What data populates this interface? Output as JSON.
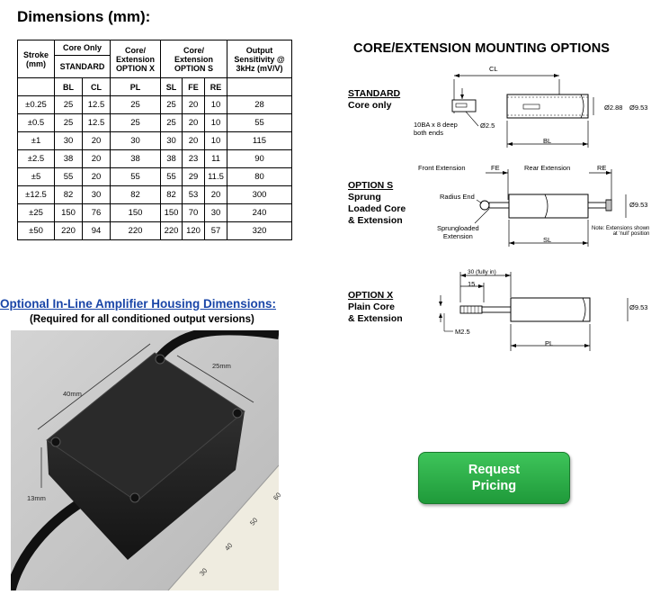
{
  "title": "Dimensions (mm):",
  "table": {
    "headers": {
      "stroke": "Stroke\n(mm)",
      "core_only": "Core Only",
      "standard": "STANDARD",
      "core_ext_x": "Core/\nExtension\nOPTION X",
      "core_ext_s": "Core/\nExtension\nOPTION S",
      "output": "Output\nSensitivity @\n3kHz (mV/V)",
      "bl": "BL",
      "cl": "CL",
      "pl": "PL",
      "sl": "SL",
      "fe": "FE",
      "re": "RE"
    },
    "rows": [
      [
        "±0.25",
        "25",
        "12.5",
        "25",
        "25",
        "20",
        "10",
        "28"
      ],
      [
        "±0.5",
        "25",
        "12.5",
        "25",
        "25",
        "20",
        "10",
        "55"
      ],
      [
        "±1",
        "30",
        "20",
        "30",
        "30",
        "20",
        "10",
        "115"
      ],
      [
        "±2.5",
        "38",
        "20",
        "38",
        "38",
        "23",
        "11",
        "90"
      ],
      [
        "±5",
        "55",
        "20",
        "55",
        "55",
        "29",
        "11.5",
        "80"
      ],
      [
        "±12.5",
        "82",
        "30",
        "82",
        "82",
        "53",
        "20",
        "300"
      ],
      [
        "±25",
        "150",
        "76",
        "150",
        "150",
        "70",
        "30",
        "240"
      ],
      [
        "±50",
        "220",
        "94",
        "220",
        "220",
        "120",
        "57",
        "320"
      ]
    ]
  },
  "mounting": {
    "title": "CORE/EXTENSION MOUNTING OPTIONS",
    "standard": {
      "label_1": "STANDARD",
      "label_2": "Core only",
      "cl": "CL",
      "bl": "BL",
      "d1": "Ø2.88",
      "d2": "Ø9.53",
      "thread_1": "10BA x 8 deep",
      "thread_2": "both ends",
      "d3": "Ø2.5"
    },
    "option_s": {
      "label_1": "OPTION S",
      "label_2": "Sprung",
      "label_3": "Loaded Core",
      "label_4": "& Extension",
      "front_ext": "Front Extension",
      "fe": "FE",
      "rear_ext": "Rear Extension",
      "re": "RE",
      "radius_end": "Radius End",
      "sprung_1": "Sprungloaded",
      "sprung_2": "Extension",
      "sl": "SL",
      "d": "Ø9.53",
      "note_1": "Note: Extensions shown",
      "note_2": "at 'null' position"
    },
    "option_x": {
      "label_1": "OPTION X",
      "label_2": "Plain Core",
      "label_3": "& Extension",
      "fully_in": "30 (fully in)",
      "fifteen": "15",
      "m25": "M2.5",
      "pl": "PL",
      "d": "Ø9.53"
    }
  },
  "amplifier": {
    "title": "Optional In-Line Amplifier Housing Dimensions:",
    "subtitle": "(Required for all conditioned output versions)",
    "dim_length": "40mm",
    "dim_width": "25mm",
    "dim_height": "13mm",
    "ruler": [
      "60",
      "50",
      "40",
      "30"
    ]
  },
  "button": {
    "label": "Request\nPricing"
  },
  "colors": {
    "link_blue": "#1a46a8",
    "button_green": "#2bb14a"
  }
}
